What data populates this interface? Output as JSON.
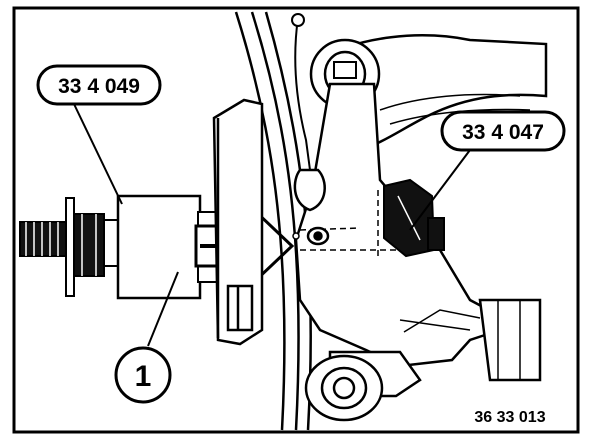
{
  "callouts": {
    "tool_left": "33 4 049",
    "tool_right": "33 4 047",
    "part_number": "1"
  },
  "figure_code": "36 33 013",
  "colors": {
    "ink": "#000000",
    "paper": "#ffffff"
  }
}
